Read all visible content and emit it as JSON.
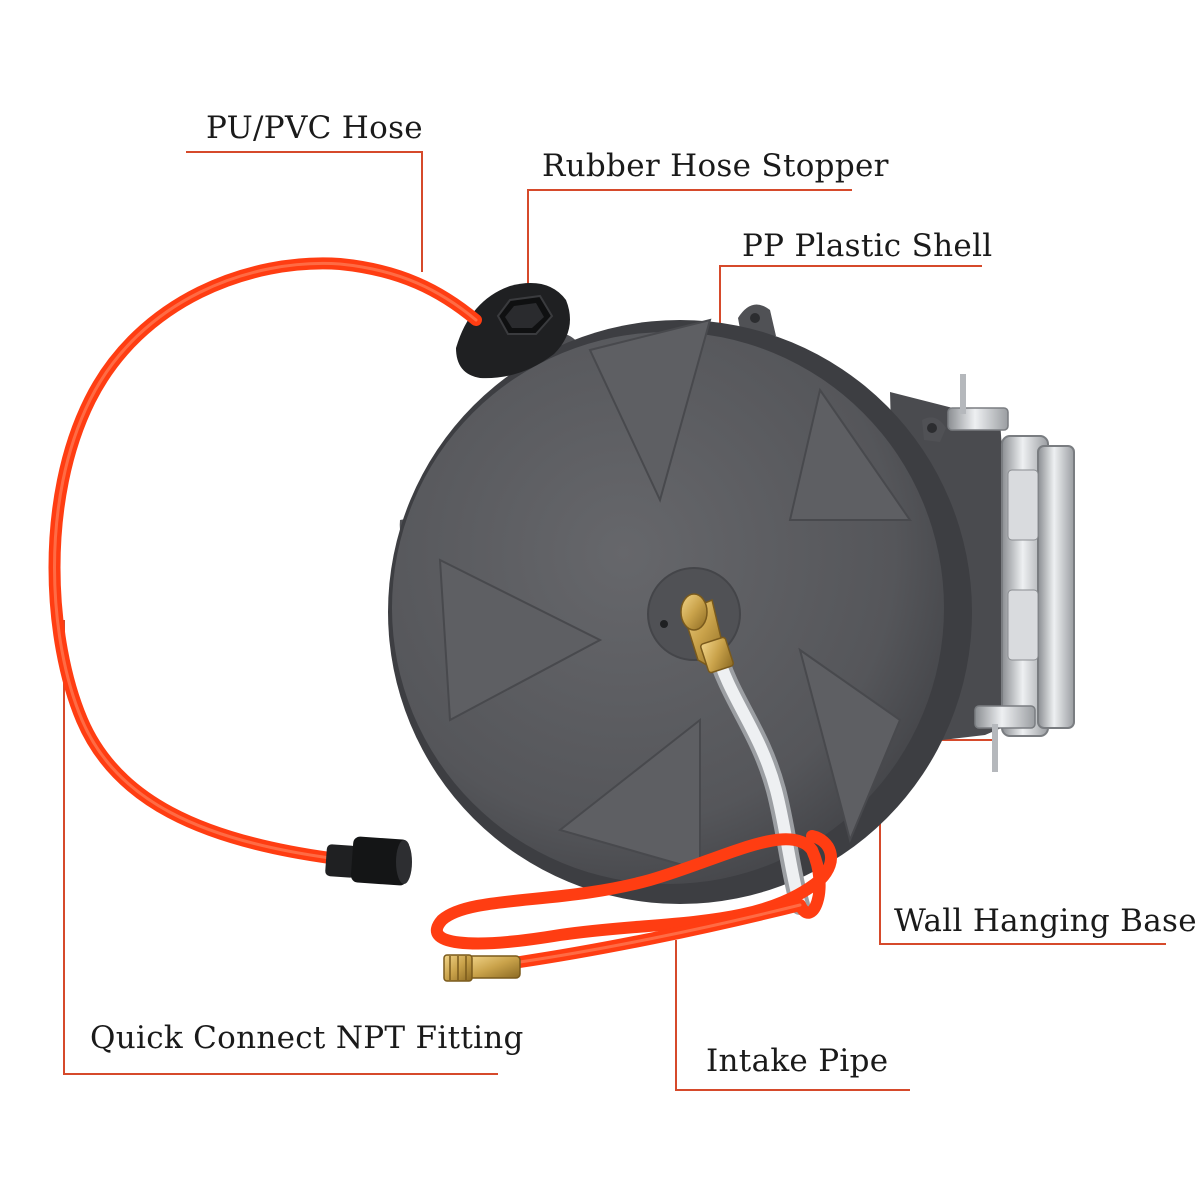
{
  "labels": {
    "pu_pvc_hose": "PU/PVC Hose",
    "rubber_hose_stopper": "Rubber Hose Stopper",
    "pp_plastic_shell": "PP Plastic Shell",
    "wall_hanging_base": "Wall Hanging Base",
    "quick_connect_npt_fitting": "Quick Connect NPT Fitting",
    "intake_pipe": "Intake Pipe"
  },
  "colors": {
    "leader_line": "#d64a2b",
    "hose": "#ff3d12",
    "shell": "#56575b",
    "brass": "#c9a24a",
    "steel": "#c7c9cc"
  }
}
